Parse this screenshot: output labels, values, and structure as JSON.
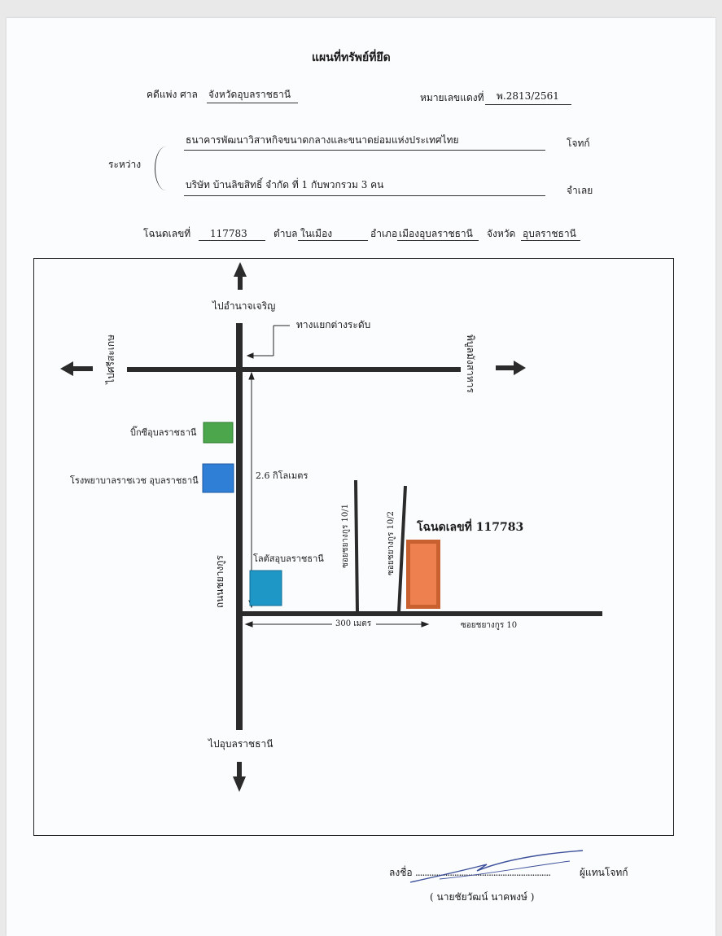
{
  "header": {
    "title": "แผนที่ทรัพย์ที่ยึด",
    "civil_court_label": "คดีแพ่ง ศาล",
    "court_name": "จังหวัดอุบลราชธานี",
    "red_case_label": "หมายเลขแดงที่",
    "red_case_number": "พ.2813/2561",
    "between_label": "ระหว่าง",
    "plaintiff_name": "ธนาคารพัฒนาวิสาหกิจขนาดกลางและขนาดย่อมแห่งประเทศไทย",
    "plaintiff_role": "โจทก์",
    "defendant_name": "บริษัท บ้านลิขสิทธิ์ จำกัด ที่ 1 กับพวกรวม 3 คน",
    "defendant_role": "จำเลย"
  },
  "deed": {
    "deed_label": "โฉนดเลขที่",
    "deed_number": "117783",
    "subdistrict_label": "ตำบล",
    "subdistrict": "ในเมือง",
    "district_label": "อำเภอ",
    "district": "เมืองอุบลราชธานี",
    "province_label": "จังหวัด",
    "province": "อุบลราชธานี"
  },
  "map": {
    "north_destination": "ไปอำนาจเจริญ",
    "interchange": "ทางแยกต่างระดับ",
    "west_destination": "ไปศรีสะเกษ",
    "east_destination": "พิบูลมังสาหาร",
    "bigc_label": "บิ๊กซีอุบลราชธานี",
    "hospital_label": "โรงพยาบาลราชเวช อุบลราชธานี",
    "distance_label": "2.6 กิโลเมตร",
    "lotus_label": "โลตัสอุบลราชธานี",
    "main_road": "ถนนชยางกูร",
    "soi_10_1": "ซอยชยางกูร 10/1",
    "soi_10_2": "ซอยชยางกูร 10/2",
    "plot_label": "โฉนดเลขที่ 117783",
    "meters_label": "300 เมตร",
    "soi_10": "ซอยชยางกูร 10",
    "south_destination": "ไปอุบลราชธานี",
    "colors": {
      "bigc": "#4ca64c",
      "hospital": "#2f7fd6",
      "lotus": "#1e96c6",
      "plot": "#ee8050"
    }
  },
  "signature": {
    "sign_label": "ลงชื่อ",
    "dots": "...........................................................",
    "role": "ผู้แทนโจทก์",
    "name": "( นายชัยวัฒน์  นาคพงษ์ )"
  }
}
